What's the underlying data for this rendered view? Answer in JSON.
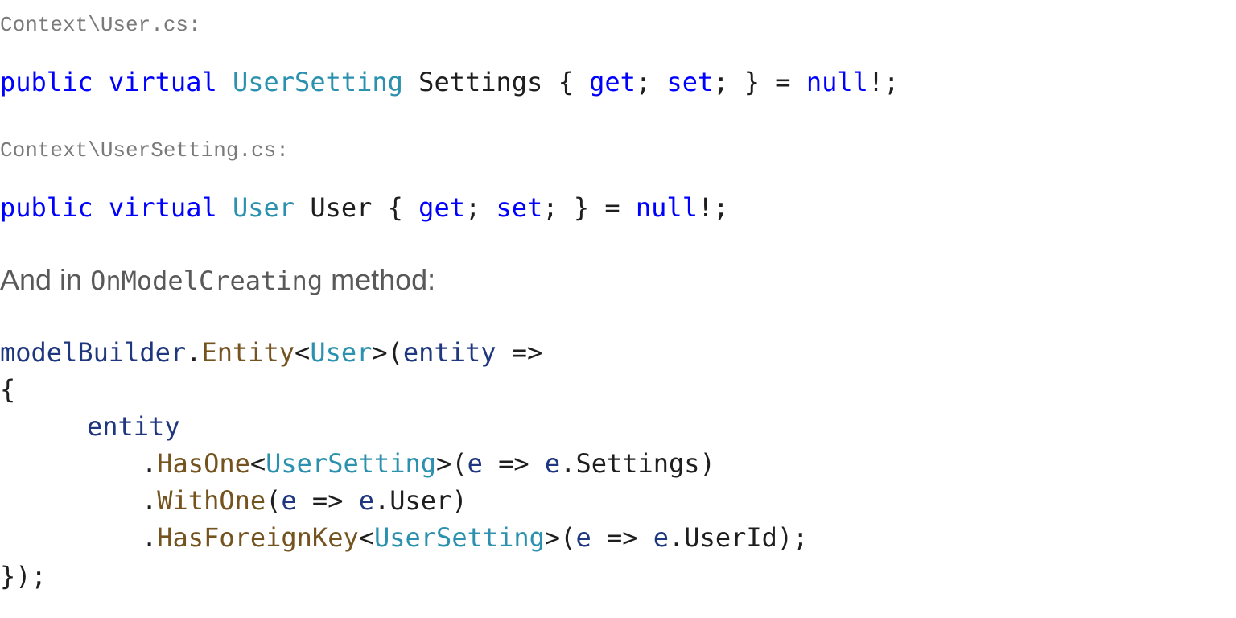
{
  "file_user": {
    "path": "Context\\User.cs:",
    "code_line": {
      "t1": "public",
      "t2": "virtual",
      "t3": "UserSetting",
      "t4": "Settings {",
      "t5": "get",
      "t6": ";",
      "t7": "set",
      "t8": "; } =",
      "t9": "null",
      "t10": "!;"
    }
  },
  "file_user_setting": {
    "path": "Context\\UserSetting.cs:",
    "code_line": {
      "t1": "public",
      "t2": "virtual",
      "t3": "User",
      "t4": "User {",
      "t5": "get",
      "t6": ";",
      "t7": "set",
      "t8": "; } =",
      "t9": "null",
      "t10": "!;"
    }
  },
  "intro": {
    "prefix": "And in",
    "method_name": "OnModelCreating",
    "suffix": "method:"
  },
  "model_code": {
    "l1": {
      "a": "modelBuilder",
      "b": ".",
      "c": "Entity",
      "d": "<",
      "e": "User",
      "f": ">(",
      "g": "entity",
      "h": " =>"
    },
    "l2": "{",
    "l3": "entity",
    "l4": {
      "a": ".",
      "b": "HasOne",
      "c": "<",
      "d": "UserSetting",
      "e": ">(",
      "f": "e",
      "g": " => ",
      "h": "e",
      "i": ".Settings)"
    },
    "l5": {
      "a": ".",
      "b": "WithOne",
      "c": "(",
      "d": "e",
      "e": " => ",
      "f": "e",
      "g": ".User)"
    },
    "l6": {
      "a": ".",
      "b": "HasForeignKey",
      "c": "<",
      "d": "UserSetting",
      "e": ">(",
      "f": "e",
      "g": " => ",
      "h": "e",
      "i": ".UserId);"
    },
    "l7": "});"
  },
  "colors": {
    "keyword": "#0000ff",
    "type": "#2b91af",
    "method": "#74531f",
    "variable": "#1f377f",
    "plain": "#1e1e1e",
    "path": "#7a7a7a",
    "prose": "#595959"
  }
}
